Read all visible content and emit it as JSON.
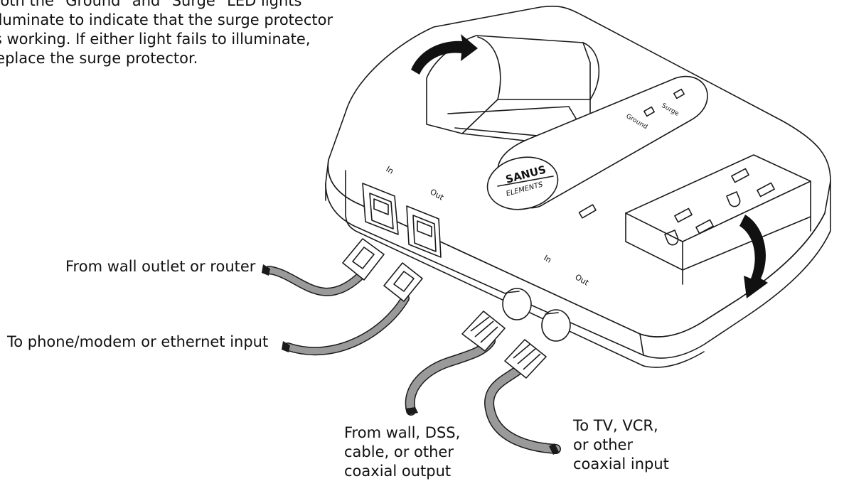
{
  "instruction": {
    "lines": [
      "Both the \"Ground\" and \"Surge\" LED lights",
      "illuminate to indicate that the surge protector",
      "is working.  If either light fails to illuminate,",
      "replace the surge protector."
    ]
  },
  "device": {
    "brand_line1": "SANUS",
    "brand_line2": "ELEMENTS",
    "led_surge": "Surge",
    "led_ground": "Ground",
    "phone_in": "In",
    "phone_out": "Out",
    "coax_in": "In",
    "coax_out": "Out"
  },
  "labels": {
    "from_wall_outlet": "From wall outlet or router",
    "to_phone_modem": "To phone/modem or ethernet input",
    "from_wall_dss": [
      "From wall, DSS,",
      "cable, or other",
      "coaxial output"
    ],
    "to_tv_vcr": [
      "To TV, VCR,",
      "or other",
      "coaxial input"
    ]
  },
  "colors": {
    "line": "#1a1a1a",
    "cable": "#9a9a9a",
    "arrow": "#111111"
  }
}
